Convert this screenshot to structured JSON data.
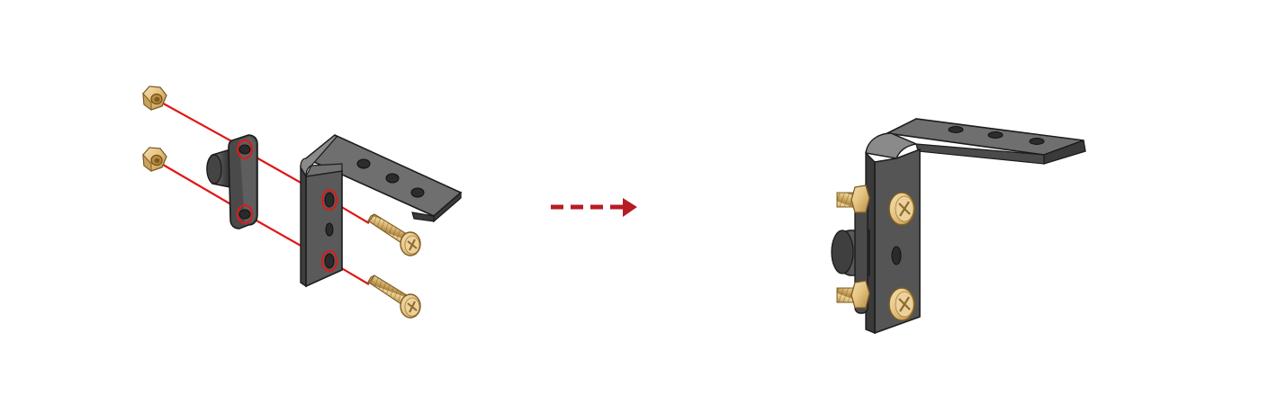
{
  "figure": {
    "panels": [
      {
        "name": "exploded-view",
        "parts": [
          "hex-nut",
          "hex-nut",
          "bumper-spacer",
          "l-bracket",
          "pan-head-screw",
          "pan-head-screw"
        ]
      },
      {
        "name": "assembled-view",
        "parts": [
          "l-bracket",
          "bumper-spacer",
          "pan-head-screw",
          "pan-head-screw",
          "hex-nut",
          "hex-nut"
        ]
      }
    ],
    "transition": "dashed-arrow"
  },
  "colors": {
    "background": "#ffffff",
    "bracket_top": "#6f6f6f",
    "bracket_face": "#565656",
    "bracket_edge": "#3a3a3a",
    "outline": "#1c1c1c",
    "brass": "#e3c07c",
    "brass_dark": "#b08a45",
    "brass_light": "#f3dfae",
    "assembly_line": "#e01818",
    "arrow": "#b71c24"
  },
  "icons": {
    "arrow": "dashed-right-arrow-icon",
    "nut": "hex-nut-icon",
    "screw": "phillips-screw-icon"
  }
}
